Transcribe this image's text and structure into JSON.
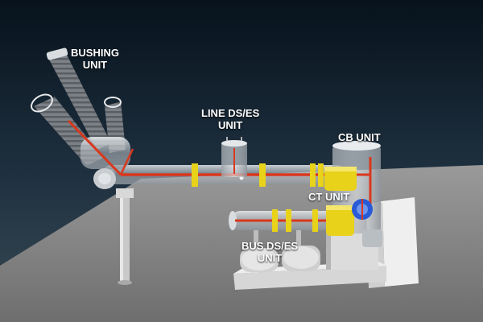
{
  "labels": {
    "bushing": {
      "line1": "BUSHING",
      "line2": "UNIT"
    },
    "line_ds": {
      "line1": "LINE DS/ES",
      "line2": "UNIT"
    },
    "cb": {
      "line1": "CB UNIT"
    },
    "ct": {
      "line1": "CT UNIT"
    },
    "bus_ds": {
      "line1": "BUS DS/ES",
      "line2": "UNIT"
    }
  },
  "colors": {
    "background_top": "#0d1a26",
    "background_bottom": "#3a4a55",
    "floor": "#8a8a8a",
    "conductor": "#d9381e",
    "flange": "#e8d21a",
    "enclosure": "#c8ccd0",
    "bushing_porcelain": "#7a7f85",
    "cabinet": "#e6e6e6",
    "ct_accent": "#2a5bd7"
  }
}
